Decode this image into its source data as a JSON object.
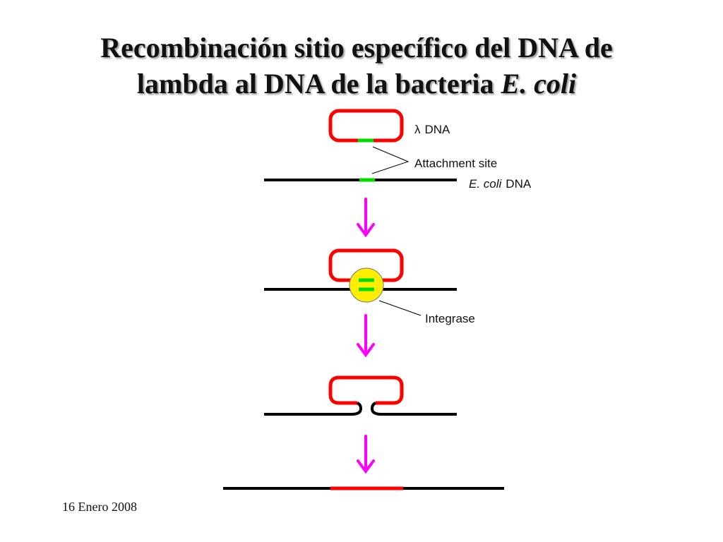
{
  "title": {
    "line1": "Recombinación sitio específico del DNA de",
    "line2_prefix": "lambda al DNA de la bacteria ",
    "line2_italic": "E. coli"
  },
  "labels": {
    "lambda_symbol": "λ",
    "lambda_dna": "DNA",
    "attachment_site": "Attachment site",
    "ecoli_italic": "E. coli",
    "ecoli_dna": "DNA",
    "integrase": "Integrase"
  },
  "footer": {
    "date": "16 Enero 2008"
  },
  "colors": {
    "lambda_dna": "#ff0000",
    "bacterial_dna": "#000000",
    "attachment_site": "#00dd00",
    "integrase": "#ffee00",
    "arrow": "#ff00ff"
  }
}
